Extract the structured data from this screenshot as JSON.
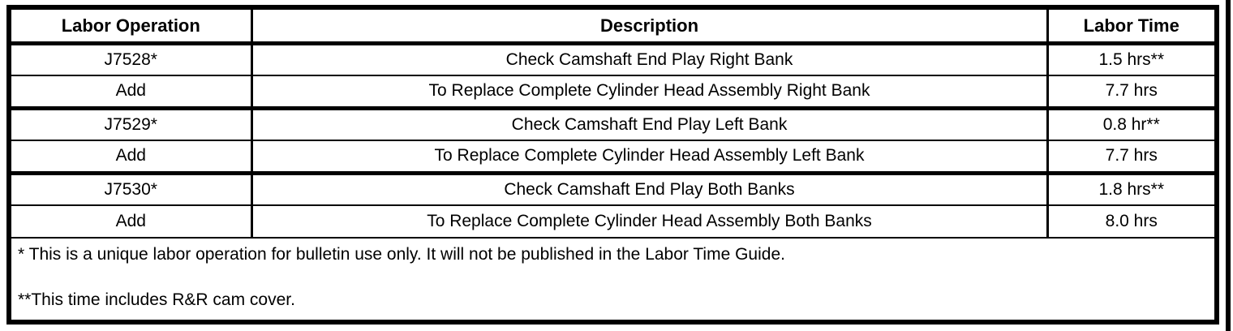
{
  "colors": {
    "border": "#000000",
    "background": "#ffffff",
    "text": "#000000"
  },
  "table": {
    "headers": [
      "Labor Operation",
      "Description",
      "Labor Time"
    ],
    "rows": [
      {
        "op": "J7528*",
        "desc": "Check Camshaft End Play Right Bank",
        "time": "1.5 hrs**"
      },
      {
        "op": "Add",
        "desc": "To Replace Complete Cylinder Head Assembly Right Bank",
        "time": "7.7 hrs"
      },
      {
        "op": "J7529*",
        "desc": "Check Camshaft End Play Left Bank",
        "time": "0.8 hr**"
      },
      {
        "op": "Add",
        "desc": "To Replace Complete Cylinder Head Assembly Left Bank",
        "time": "7.7 hrs"
      },
      {
        "op": "J7530*",
        "desc": "Check Camshaft End Play Both Banks",
        "time": "1.8 hrs**"
      },
      {
        "op": "Add",
        "desc": "To Replace Complete Cylinder Head Assembly Both Banks",
        "time": "8.0 hrs"
      }
    ],
    "footnotes": [
      "* This is a unique labor operation for bulletin use only. It will not be published in the Labor Time Guide.",
      "**This time includes R&R cam cover."
    ]
  }
}
